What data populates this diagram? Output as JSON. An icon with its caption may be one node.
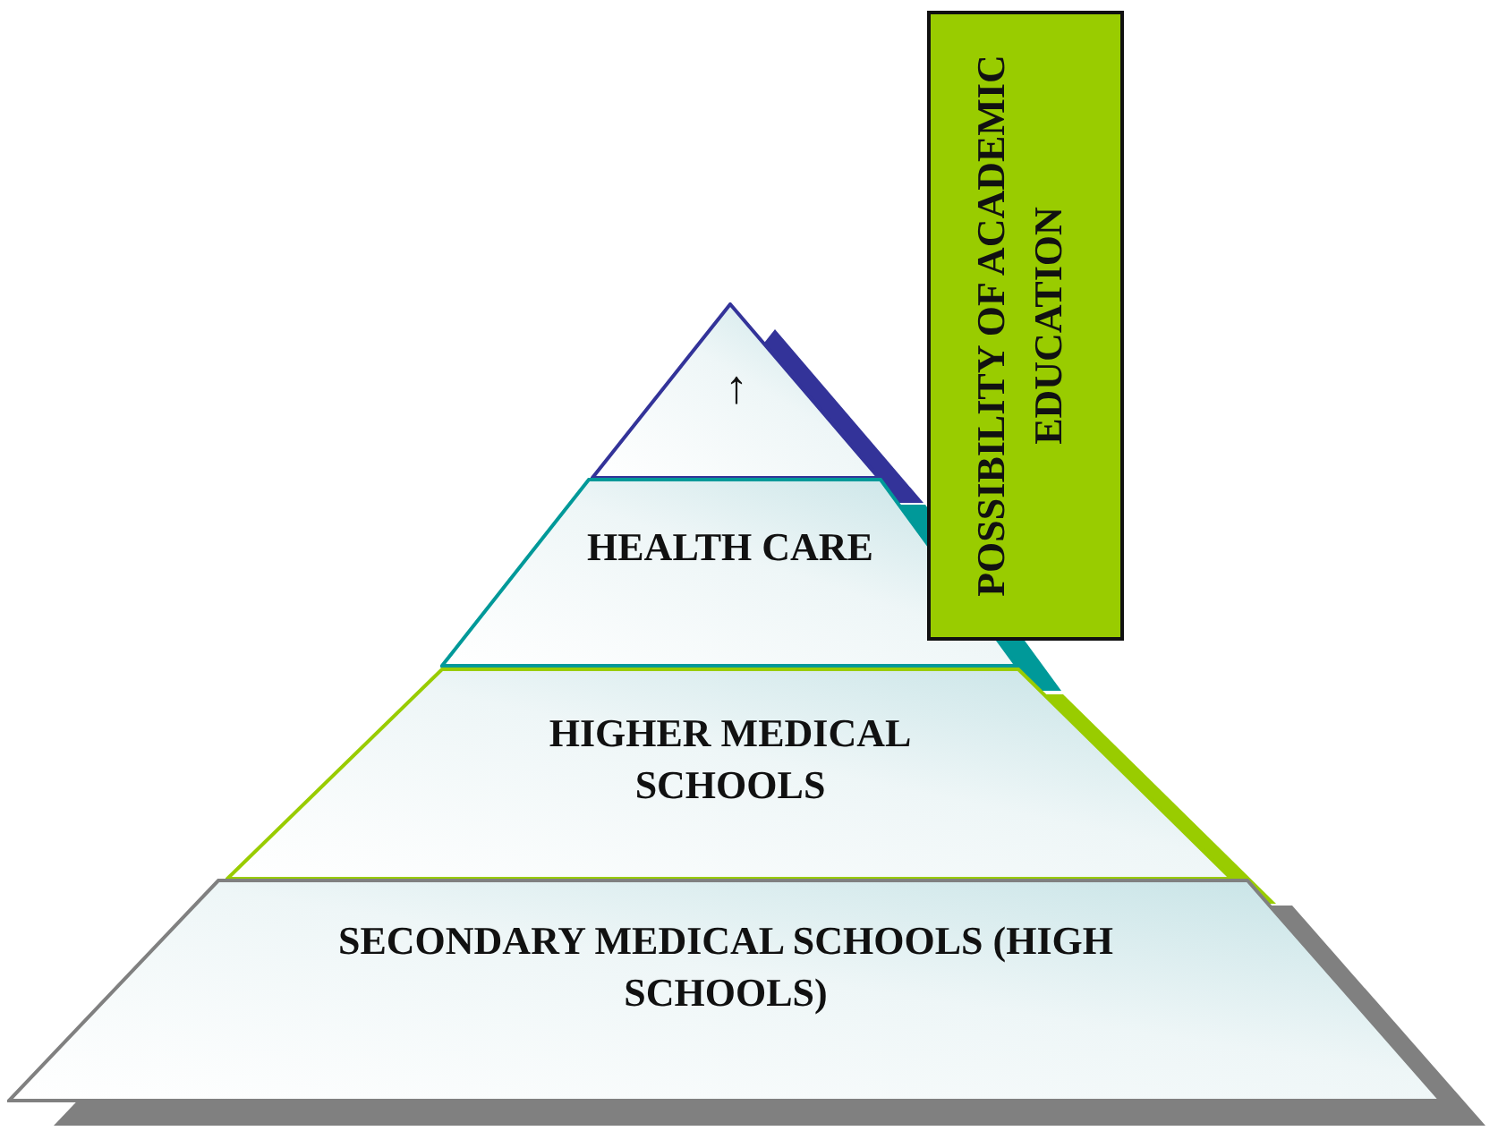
{
  "diagram": {
    "nodes": [
      {
        "text": [
          "↑"
        ]
      },
      {
        "text": [
          "HEALTH CARE"
        ]
      },
      {
        "text": [
          "HIGHER MEDICAL SCHOOLS"
        ]
      },
      {
        "text": [
          "SECONDARY MEDICAL SCHOOLS (HIGH SCHOOLS)"
        ]
      },
      {
        "text": [
          "POSSIBILITY OF ACADEMIC EDUCATION"
        ]
      }
    ]
  }
}
